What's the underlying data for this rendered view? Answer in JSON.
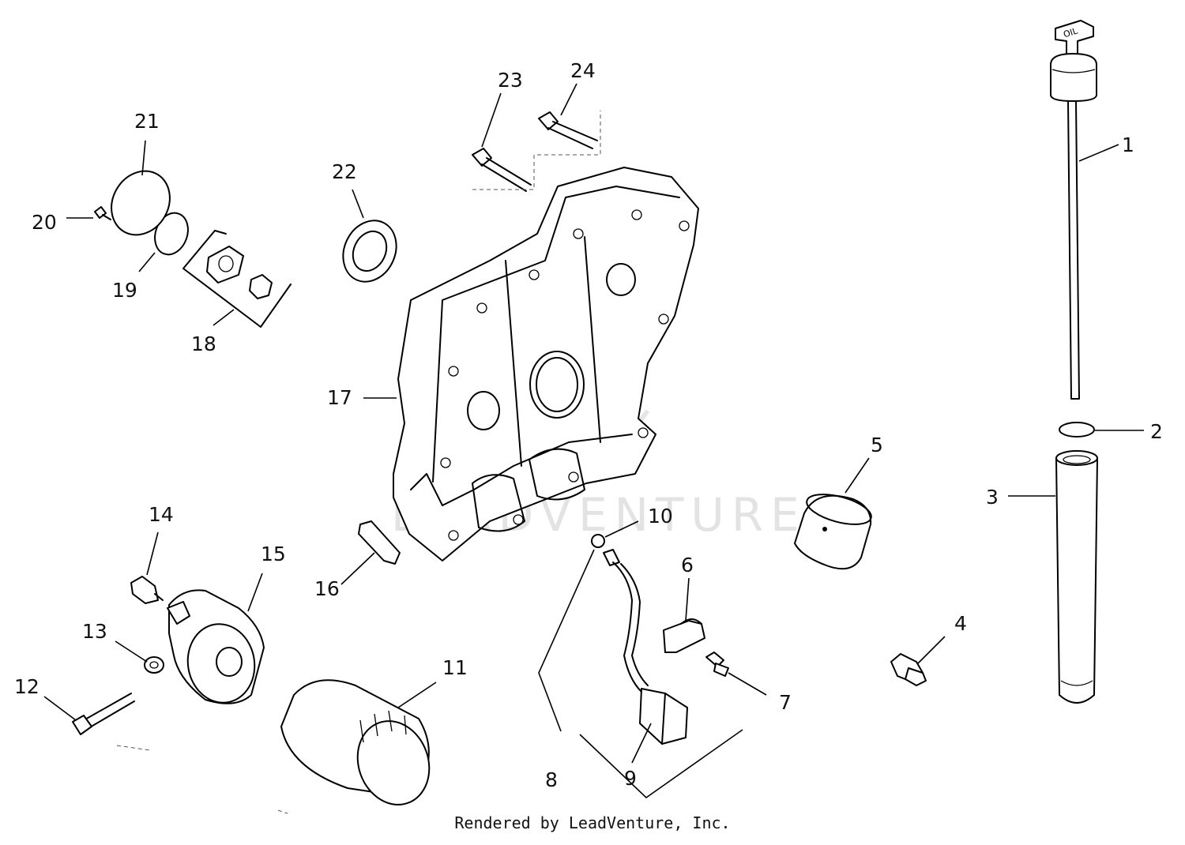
{
  "diagram": {
    "callouts": [
      "1",
      "2",
      "3",
      "4",
      "5",
      "6",
      "7",
      "8",
      "9",
      "10",
      "11",
      "12",
      "13",
      "14",
      "15",
      "16",
      "17",
      "18",
      "19",
      "20",
      "21",
      "22",
      "23",
      "24"
    ],
    "dipstick_cap_text": "OIL",
    "watermark": "LEADVENTURE",
    "credit": "Rendered by LeadVenture, Inc."
  }
}
